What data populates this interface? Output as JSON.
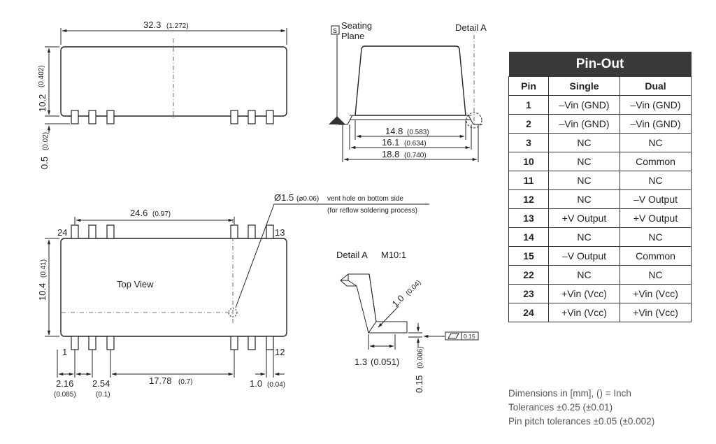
{
  "front_view": {
    "width_mm": "32.3",
    "width_in": "(1.272)",
    "height_mm": "10.2",
    "height_in": "(0.402)",
    "standoff_mm": "0.5",
    "standoff_in": "(0.02)"
  },
  "side_view": {
    "seating_box": "S",
    "seating_line1": "Seating",
    "seating_line2": "Plane",
    "detail_ref": "Detail A",
    "dim1_mm": "14.8",
    "dim1_in": "(0.583)",
    "dim2_mm": "16.1",
    "dim2_in": "(0.634)",
    "dim3_mm": "18.8",
    "dim3_in": "(0.740)"
  },
  "top_view": {
    "label": "Top View",
    "width_mm": "24.6",
    "width_in": "(0.97)",
    "height_mm": "10.4",
    "height_in": "(0.41)",
    "vent_dia_mm": "Ø1.5",
    "vent_dia_in": "(⌀0.06)",
    "vent_text": "vent hole on bottom side",
    "vent_note": "(for reflow soldering process)",
    "pin_top_left": "24",
    "pin_top_right": "13",
    "pin_bottom_left": "1",
    "pin_bottom_right": "12",
    "dim_a_mm": "2.16",
    "dim_a_in": "(0.085)",
    "dim_b_mm": "2.54",
    "dim_b_in": "(0.1)",
    "dim_c_mm": "17.78",
    "dim_c_in": "(0.7)",
    "dim_d_mm": "1.0",
    "dim_d_in": "(0.04)"
  },
  "detail_a": {
    "title": "Detail A",
    "scale": "M10:1",
    "lead_len_mm": "1.0",
    "lead_len_in": "(0.04)",
    "foot_mm": "1.3",
    "foot_in": "(0.051)",
    "thick_mm": "0.15",
    "thick_in": "(0.006)",
    "tolerance_value": "0.15"
  },
  "pinout": {
    "title": "Pin-Out",
    "headers": [
      "Pin",
      "Single",
      "Dual"
    ],
    "rows": [
      {
        "pin": "1",
        "single": "–Vin (GND)",
        "dual": "–Vin (GND)"
      },
      {
        "pin": "2",
        "single": "–Vin (GND)",
        "dual": "–Vin (GND)"
      },
      {
        "pin": "3",
        "single": "NC",
        "dual": "NC"
      },
      {
        "pin": "10",
        "single": "NC",
        "dual": "Common"
      },
      {
        "pin": "11",
        "single": "NC",
        "dual": "NC"
      },
      {
        "pin": "12",
        "single": "NC",
        "dual": "–V Output"
      },
      {
        "pin": "13",
        "single": "+V Output",
        "dual": "+V Output"
      },
      {
        "pin": "14",
        "single": "NC",
        "dual": "NC"
      },
      {
        "pin": "15",
        "single": "–V Output",
        "dual": "Common"
      },
      {
        "pin": "22",
        "single": "NC",
        "dual": "NC"
      },
      {
        "pin": "23",
        "single": "+Vin (Vcc)",
        "dual": "+Vin (Vcc)"
      },
      {
        "pin": "24",
        "single": "+Vin (Vcc)",
        "dual": "+Vin (Vcc)"
      }
    ]
  },
  "notes": [
    "Dimensions in [mm], () = Inch",
    "Tolerances  ±0.25 (±0.01)",
    "Pin pitch tolerances ±0.05 (±0.002)"
  ]
}
